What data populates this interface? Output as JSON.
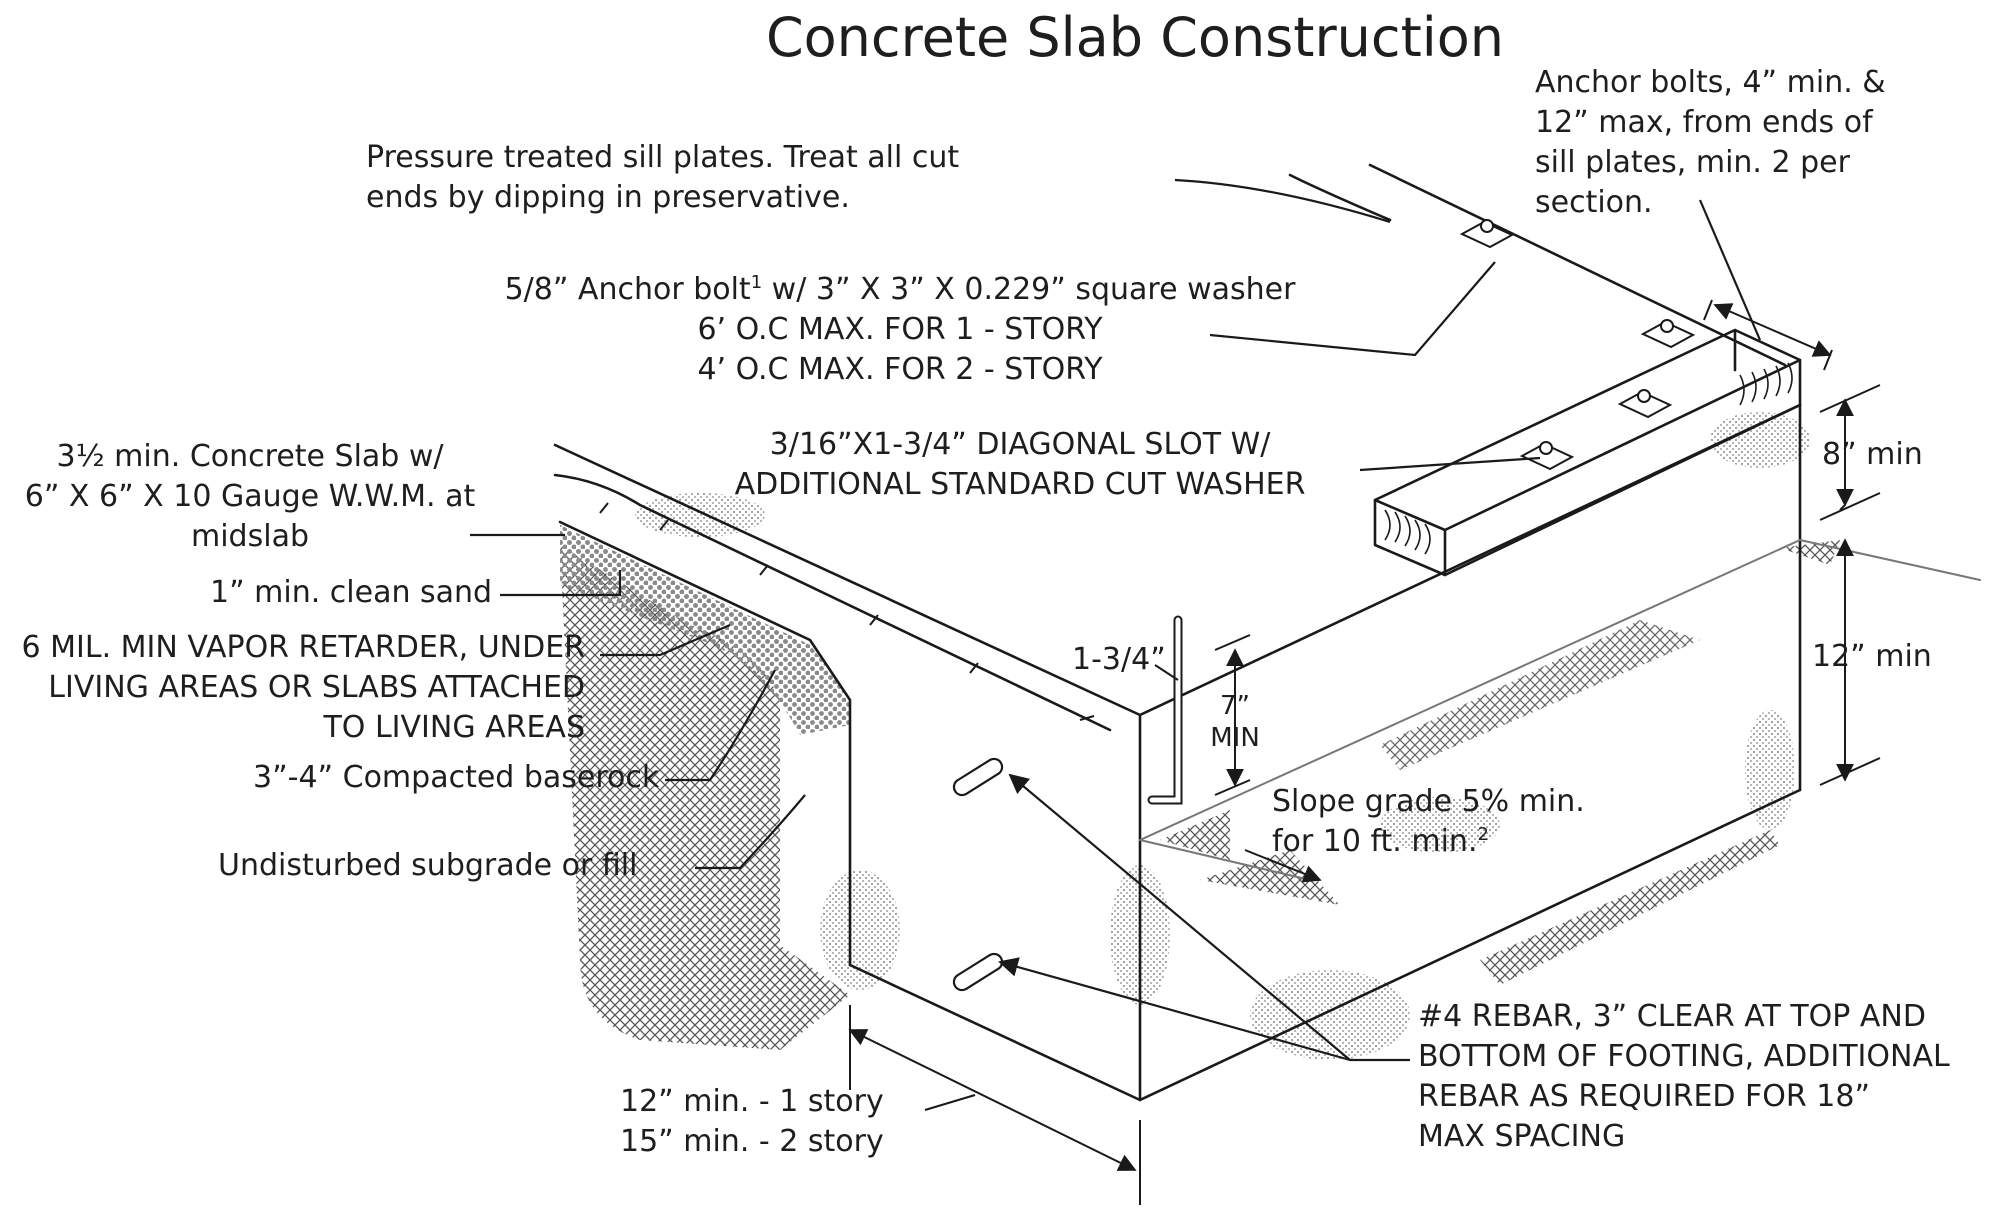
{
  "title": "Concrete Slab Construction",
  "labels": {
    "sill_plates": [
      "Pressure treated sill plates. Treat all cut",
      "ends by dipping in preservative."
    ],
    "anchor_bolts_ends": [
      "Anchor bolts, 4” min. &",
      "12” max, from ends of",
      "sill plates, min. 2 per",
      "section."
    ],
    "anchor_bolt_main": "5/8” Anchor bolt",
    "anchor_bolt_sup": "1",
    "anchor_bolt_rest": " w/ 3” X 3” X 0.229” square washer",
    "anchor_spacing": [
      "6’ O.C MAX. FOR 1 - STORY",
      "4’ O.C MAX. FOR 2 - STORY"
    ],
    "diagonal_slot": [
      "3/16”X1-3/4” DIAGONAL SLOT W/",
      "ADDITIONAL STANDARD CUT WASHER"
    ],
    "slab": [
      "3½ min. Concrete Slab w/",
      "6” X 6” X 10 Gauge W.W.M. at",
      "midslab"
    ],
    "sand": "1” min. clean sand",
    "vapor": [
      "6 MIL. MIN VAPOR RETARDER, UNDER",
      "LIVING AREAS OR SLABS ATTACHED",
      "TO LIVING AREAS"
    ],
    "baserock": "3”-4” Compacted baserock",
    "subgrade": "Undisturbed subgrade or fill",
    "footing_width": [
      "12” min. - 1 story",
      "15” min. - 2 story"
    ],
    "rebar": [
      "#4 REBAR, 3” CLEAR AT TOP AND",
      "BOTTOM OF FOOTING, ADDITIONAL",
      "REBAR AS REQUIRED FOR 18”",
      "MAX SPACING"
    ],
    "slope_main": "Slope grade 5% min.",
    "slope_second": "for 10 ft. min.",
    "slope_sup": "2",
    "dim_8": "8” min",
    "dim_12": "12” min",
    "dim_7": [
      "7”",
      "MIN"
    ],
    "dim_134": "1-3/4”"
  },
  "colors": {
    "line": "#1a1a1a",
    "stipple": "#cfcfcf",
    "hatch": "#555555"
  }
}
